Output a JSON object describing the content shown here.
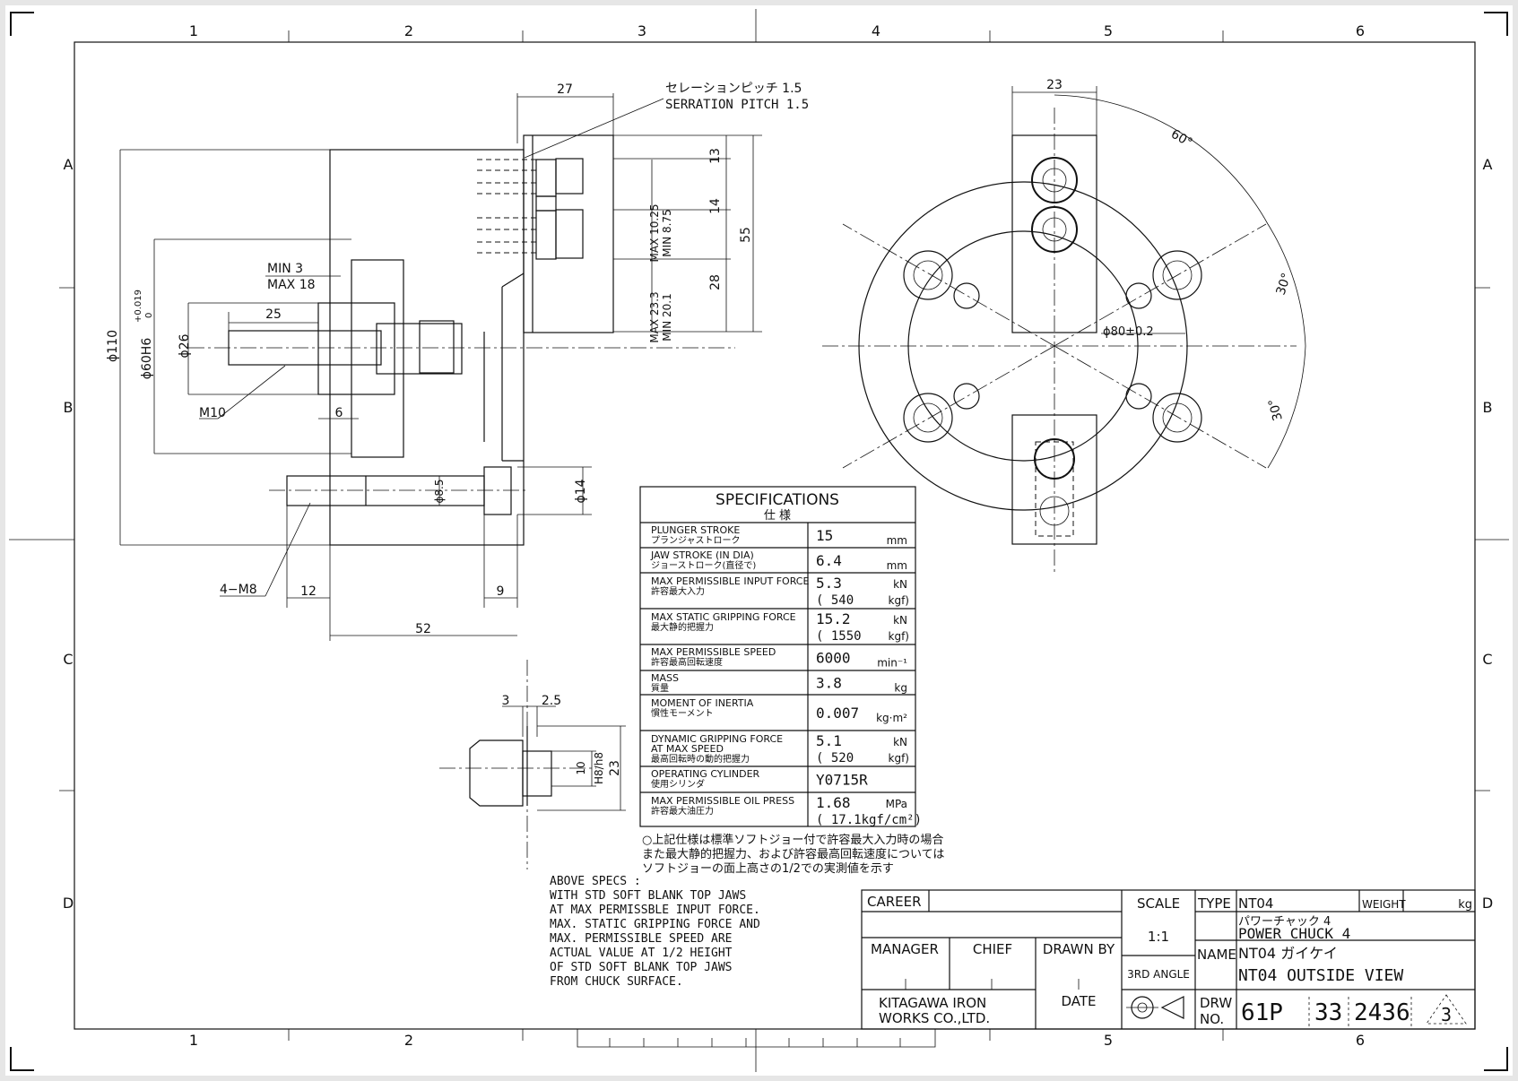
{
  "border": {
    "columns": [
      "1",
      "2",
      "3",
      "4",
      "5",
      "6"
    ],
    "bottom_columns": [
      "1",
      "2",
      "5",
      "6"
    ],
    "rows": [
      "A",
      "B",
      "C",
      "D"
    ]
  },
  "side_view": {
    "serration_note_jp": "セレーションピッチ  1.5",
    "serration_note_en": "SERRATION PITCH 1.5",
    "dims": {
      "d27": "27",
      "d13": "13",
      "d14": "14",
      "d28": "28",
      "d55": "55",
      "max1025": "MAX 10.25",
      "min875": "MIN  8.75",
      "max233": "MAX 23.3",
      "min201": "MIN 20.1",
      "min3": "MIN  3",
      "max18": "MAX 18",
      "d110": "ϕ110",
      "d60": "ϕ60H6",
      "tol_up": "+0.019",
      "tol_lo": "0",
      "d26": "ϕ26",
      "d25": "25",
      "m10": "M10",
      "d6": "6",
      "d85": "ϕ8.5",
      "d14b": "ϕ14",
      "m8": "4−M8",
      "d12": "12",
      "d9": "9",
      "d52": "52"
    }
  },
  "jaw_detail": {
    "d3": "3",
    "d25": "2.5",
    "d10": "10",
    "fit": "H8/h8",
    "d23": "23"
  },
  "front_view": {
    "d23": "23",
    "a60": "60°",
    "a30a": "30°",
    "a30b": "30°",
    "d80": "ϕ80±0.2"
  },
  "specs": {
    "title": "SPECIFICATIONS",
    "title_jp": "仕      様",
    "rows": [
      {
        "en": "PLUNGER STROKE",
        "jp": "プランジャストローク",
        "v1": "15",
        "u1": "mm",
        "v2": "",
        "u2": ""
      },
      {
        "en": "JAW STROKE (IN DIA)",
        "jp": "ジョーストローク(直径で)",
        "v1": "6.4",
        "u1": "mm",
        "v2": "",
        "u2": ""
      },
      {
        "en": "MAX PERMISSIBLE INPUT FORCE",
        "jp": "許容最大入力",
        "v1": "5.3",
        "u1": "kN",
        "v2": "( 540",
        "u2": "kgf)"
      },
      {
        "en": "MAX STATIC GRIPPING FORCE",
        "jp": "最大静的把握力",
        "v1": "15.2",
        "u1": "kN",
        "v2": "( 1550",
        "u2": "kgf)"
      },
      {
        "en": "MAX PERMISSIBLE SPEED",
        "jp": "許容最高回転速度",
        "v1": "6000",
        "u1": "min⁻¹",
        "v2": "",
        "u2": ""
      },
      {
        "en": "MASS",
        "jp": "質量",
        "v1": "3.8",
        "u1": "kg",
        "v2": "",
        "u2": ""
      },
      {
        "en": "MOMENT OF INERTIA",
        "jp": "慣性モーメント",
        "v1": "0.007",
        "u1": "kg·m²",
        "v2": "",
        "u2": ""
      },
      {
        "en": "DYNAMIC GRIPPING FORCE\n        AT MAX SPEED",
        "jp": "最高回転時の動的把握力",
        "v1": "5.1",
        "u1": "kN",
        "v2": "( 520",
        "u2": "kgf)"
      },
      {
        "en": "OPERATING CYLINDER",
        "jp": "使用シリンダ",
        "v1": "Y0715R",
        "u1": "",
        "v2": "",
        "u2": ""
      },
      {
        "en": "MAX PERMISSIBLE OIL PRESS",
        "jp": "許容最大油圧力",
        "v1": "1.68",
        "u1": "MPa",
        "v2": "( 17.1kgf/cm²)",
        "u2": ""
      }
    ]
  },
  "notes_jp": [
    "○上記仕様は標準ソフトジョー付で許容最大入力時の場合",
    "  また最大静的把握力、および許容最高回転速度については",
    "  ソフトジョーの面上高さの1/2での実測値を示す"
  ],
  "notes_en": [
    "ABOVE SPECS :",
    " WITH STD SOFT BLANK TOP JAWS",
    " AT MAX PERMISSBLE INPUT FORCE.",
    " MAX. STATIC GRIPPING FORCE AND",
    " MAX. PERMISSIBLE SPEED ARE",
    " ACTUAL VALUE AT 1/2 HEIGHT",
    " OF STD SOFT BLANK TOP JAWS",
    " FROM CHUCK SURFACE."
  ],
  "title_block": {
    "career": "CAREER",
    "manager": "MANAGER",
    "chief": "CHIEF",
    "drawn_by": "DRAWN BY",
    "date": "DATE",
    "company1": "KITAGAWA IRON",
    "company2": "WORKS CO.,LTD.",
    "scale_label": "SCALE",
    "scale": "1:1",
    "angle": "3RD ANGLE",
    "type_label": "TYPE",
    "type": "NT04",
    "weight_label": "WEIGHT",
    "weight_unit": "kg",
    "name_label": "NAME",
    "name_jp1": "パワーチャック 4",
    "name_en1": "POWER CHUCK 4",
    "name_jp2": "NT04 ガイケイ",
    "name_en2": "NT04 OUTSIDE VIEW",
    "drw_label1": "DRW",
    "drw_label2": "NO.",
    "drw_a": "61P",
    "drw_b": "33",
    "drw_c": "2436",
    "rev": "3"
  }
}
